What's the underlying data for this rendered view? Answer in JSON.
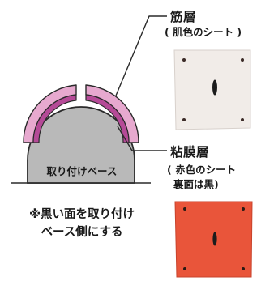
{
  "muscle_layer": {
    "title": "筋層",
    "description": "( 肌色のシート )",
    "color": "#f1ece8"
  },
  "mucosa_layer": {
    "title": "粘膜層",
    "description_line1": "( 赤色のシート",
    "description_line2": "裏面は黒)",
    "color": "#e9553a"
  },
  "base": {
    "label": "取り付けベース",
    "color": "#b9b9b9"
  },
  "note": {
    "line1": "※黒い面を取り付け",
    "line2": "ベース側にする"
  },
  "colors": {
    "outer_band": "#e7a9cf",
    "inner_band": "#b54a97",
    "outline": "#2a2a2a",
    "incision": "#1c1c1c",
    "pin": "#3a2a26"
  },
  "icons": [
    "arc-layer-icon",
    "base-dome-icon",
    "sheet-pad-icon",
    "incision-icon",
    "pin-icon"
  ]
}
